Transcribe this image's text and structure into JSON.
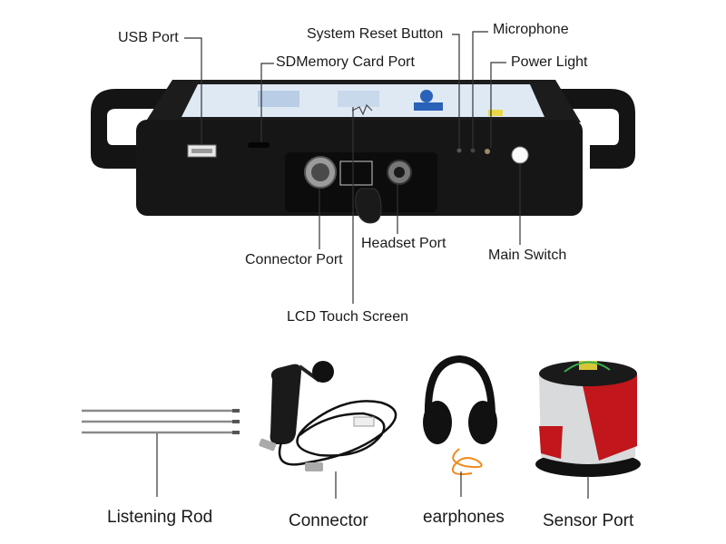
{
  "device_labels": {
    "usb_port": "USB Port",
    "sd_card_port": "SDMemory Card Port",
    "system_reset_button": "System Reset Button",
    "microphone": "Microphone",
    "power_light": "Power Light",
    "connector_port": "Connector Port",
    "headset_port": "Headset Port",
    "main_switch": "Main Switch",
    "lcd_touch_screen": "LCD Touch Screen"
  },
  "accessory_labels": {
    "listening_rod": "Listening Rod",
    "connector": "Connector",
    "earphones": "earphones",
    "sensor_port": "Sensor Port"
  },
  "colors": {
    "device_body": "#161616",
    "screen": "#dfe9f4",
    "screen_accent": "#2a62b8",
    "sensor_red": "#c0161c",
    "sensor_silver": "#d8dadc",
    "earphone_cable": "#f08a1c",
    "leader_line": "#333333"
  }
}
